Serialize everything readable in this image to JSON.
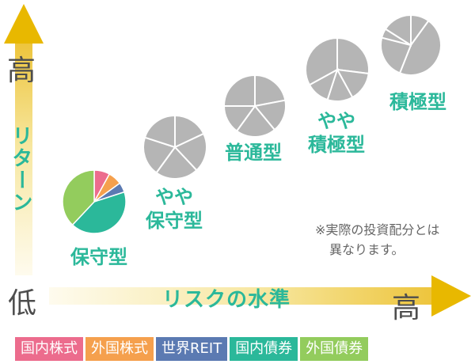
{
  "axes": {
    "y_high": "高",
    "y_label": "リターン",
    "y_low": "低",
    "x_label": "リスクの水準",
    "x_high": "高"
  },
  "colors": {
    "arrow": "#e8b800",
    "arrow_fade": "#fbf2c8",
    "label": "#2bb89a",
    "pie_gray": "#b5b5b5",
    "pie_stroke": "#ffffff"
  },
  "categories": [
    {
      "lines": [
        "保守型"
      ],
      "pie": "保守型"
    },
    {
      "lines": [
        "やや",
        "保守型"
      ],
      "pie": "やや保守型"
    },
    {
      "lines": [
        "普通型"
      ],
      "pie": "普通型"
    },
    {
      "lines": [
        "やや",
        "積極型"
      ],
      "pie": "やや積極型"
    },
    {
      "lines": [
        "積極型"
      ],
      "pie": "積極型"
    }
  ],
  "pies": [
    {
      "name": "保守型",
      "colored": true,
      "values": [
        8,
        7,
        5,
        42,
        38
      ]
    },
    {
      "name": "やや保守型",
      "colored": false,
      "values": [
        18,
        20,
        22,
        20,
        20
      ]
    },
    {
      "name": "普通型",
      "colored": false,
      "values": [
        22,
        17,
        21,
        15,
        25
      ]
    },
    {
      "name": "やや積極型",
      "colored": false,
      "values": [
        27,
        15,
        13,
        12,
        33
      ]
    },
    {
      "name": "積極型",
      "colored": false,
      "values": [
        10,
        46,
        23,
        5,
        16
      ]
    }
  ],
  "note": {
    "line1": "※実際の投資配分とは",
    "line2": "異なります。"
  },
  "legend": [
    {
      "label": "国内株式",
      "color": "#ec6c8d"
    },
    {
      "label": "外国株式",
      "color": "#f5a04d"
    },
    {
      "label": "世界REIT",
      "color": "#5b7ab2"
    },
    {
      "label": "国内債券",
      "color": "#2bb89a"
    },
    {
      "label": "外国債券",
      "color": "#93cc5d"
    }
  ]
}
